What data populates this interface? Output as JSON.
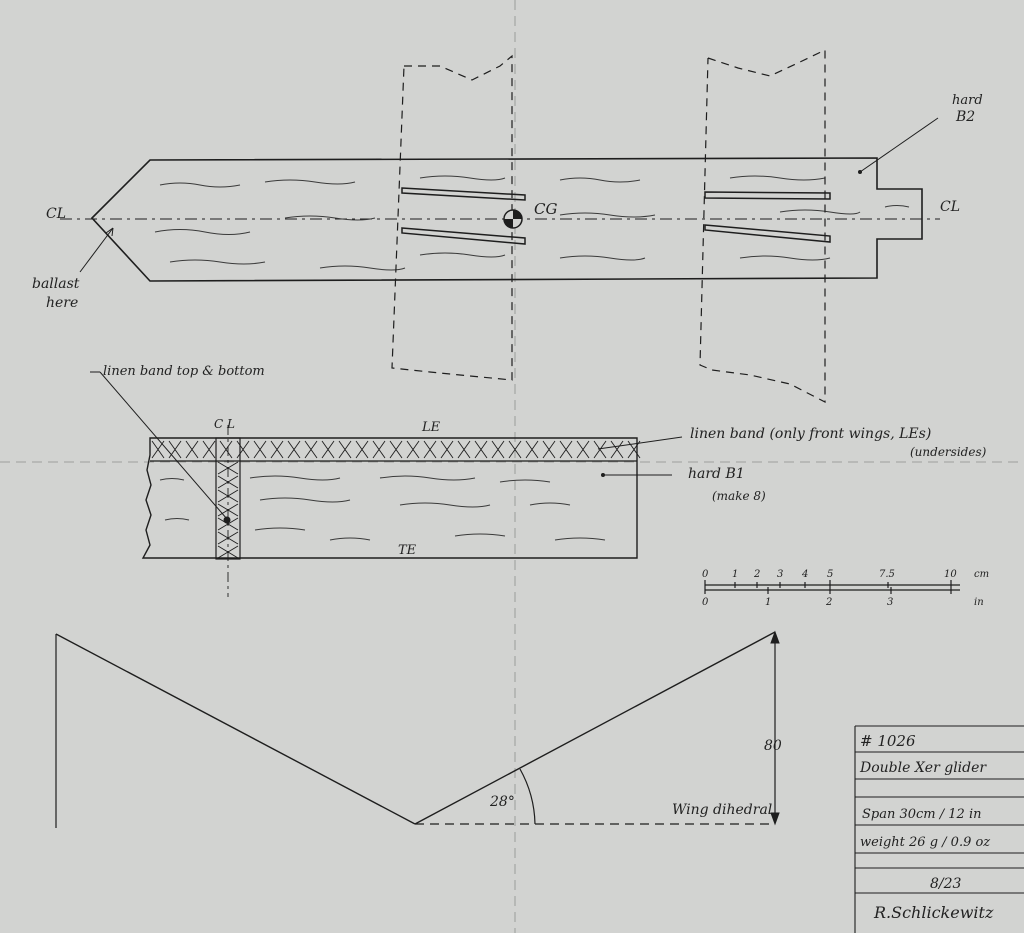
{
  "colors": {
    "paper": "#d2d3d1",
    "ink": "#1e1e1e",
    "grain": "#3a3a3a"
  },
  "fuselage": {
    "cl_left": "CL",
    "cl_right": "CL",
    "cg": "CG",
    "ballast_line1": "ballast",
    "ballast_line2": "here",
    "material_line1": "hard",
    "material_line2": "B2"
  },
  "wing_panel": {
    "centerline": "C L",
    "leading_edge": "LE",
    "trailing_edge": "TE",
    "linen_top_bottom": "linen band top & bottom",
    "linen_front_line1": "linen band (only front wings, LEs)",
    "linen_front_line2": "(undersides)",
    "material_line1": "hard B1",
    "material_line2": "(make 8)"
  },
  "scale": {
    "cm_unit": "cm",
    "in_unit": "in",
    "cm_ticks": [
      "0",
      "1",
      "2",
      "3",
      "4",
      "5",
      "7.5",
      "10"
    ],
    "in_ticks": [
      "0",
      "1",
      "2",
      "3"
    ]
  },
  "dihedral": {
    "height": "80",
    "angle": "28°",
    "label": "Wing dihedral"
  },
  "title_block": {
    "number": "# 1026",
    "name": "Double Xer glider",
    "span": "Span 30cm / 12 in",
    "weight": "weight 26 g / 0.9 oz",
    "date": "8/23",
    "author": "R.Schlickewitz"
  }
}
